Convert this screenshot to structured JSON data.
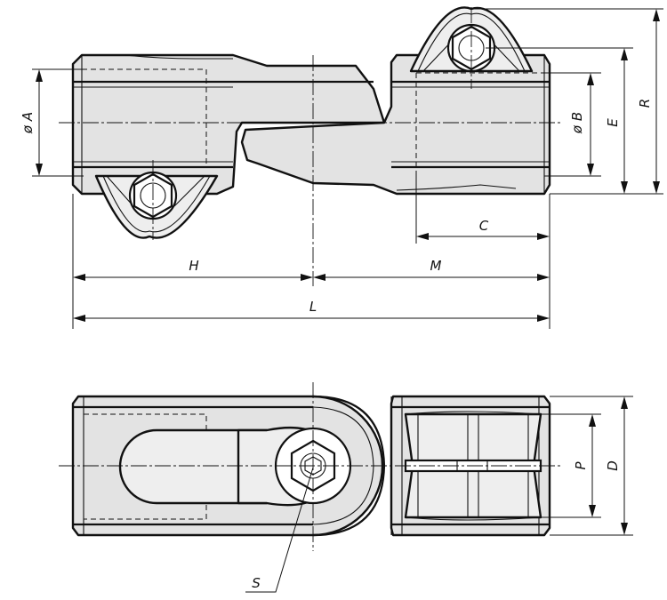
{
  "labels": {
    "dia_A": "ø A",
    "dia_B": "ø B",
    "E": "E",
    "R": "R",
    "C": "C",
    "H": "H",
    "M": "M",
    "L": "L",
    "P": "P",
    "D": "D",
    "S": "S"
  }
}
